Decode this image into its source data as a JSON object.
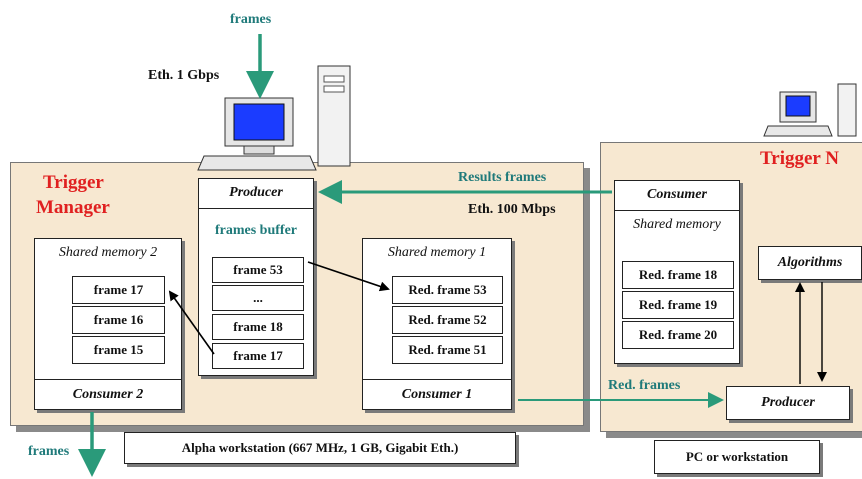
{
  "top_input": {
    "frames_label": "frames",
    "eth_label": "Eth. 1 Gbps"
  },
  "trigger_manager": {
    "title_line1": "Trigger",
    "title_line2": "Manager",
    "producer_label": "Producer",
    "frames_buffer": {
      "title": "frames buffer",
      "items": [
        "frame 53",
        "...",
        "frame 18",
        "frame 17"
      ]
    },
    "shared_memory_2": {
      "title": "Shared memory 2",
      "items": [
        "frame 17",
        "frame 16",
        "frame 15"
      ]
    },
    "consumer_2_label": "Consumer 2",
    "shared_memory_1": {
      "title": "Shared memory 1",
      "items": [
        "Red. frame 53",
        "Red. frame 52",
        "Red. frame 51"
      ]
    },
    "consumer_1_label": "Consumer 1",
    "workstation_label": "Alpha workstation (667 MHz, 1 GB, Gigabit Eth.)"
  },
  "bottom_output": {
    "frames_label": "frames"
  },
  "links": {
    "results_frames": "Results frames",
    "eth_100": "Eth. 100 Mbps",
    "red_frames": "Red. frames"
  },
  "trigger_n": {
    "title": "Trigger N",
    "consumer_label": "Consumer",
    "shared_memory": {
      "title": "Shared memory",
      "items": [
        "Red. frame 18",
        "Red. frame 19",
        "Red. frame 20"
      ]
    },
    "algorithms_label": "Algorithms",
    "producer_label": "Producer",
    "workstation_label": "PC or workstation"
  },
  "colors": {
    "panel": "#f7e8d1",
    "arrow_teal": "#2a9a7a",
    "title_red": "#e02020",
    "screen_blue": "#1b3cff"
  }
}
